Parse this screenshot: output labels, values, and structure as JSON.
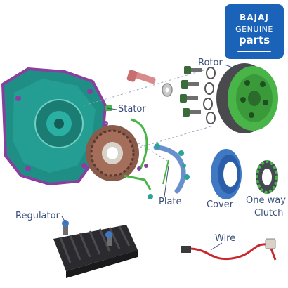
{
  "logo": {
    "brand": "BAJAJ",
    "genuine": "GENUINE",
    "parts": "parts",
    "color": "#1a63b8"
  },
  "labels": {
    "rotor": "Rotor",
    "stator": "Stator",
    "plate": "Plate",
    "cover": "Cover",
    "clutch_line1": "One way",
    "clutch_line2": "Clutch",
    "regulator": "Regulator",
    "wire": "Wire"
  },
  "colors": {
    "label_text": "#3a4f7a",
    "casing": "#1f8f86",
    "casing_outline": "#8a3fa0",
    "stator_copper": "#8a5a4a",
    "rotor_green": "#49b548",
    "cover_blue": "#3f79c4",
    "regulator_dark": "#2b2b2f",
    "wire_red": "#c8282e"
  }
}
